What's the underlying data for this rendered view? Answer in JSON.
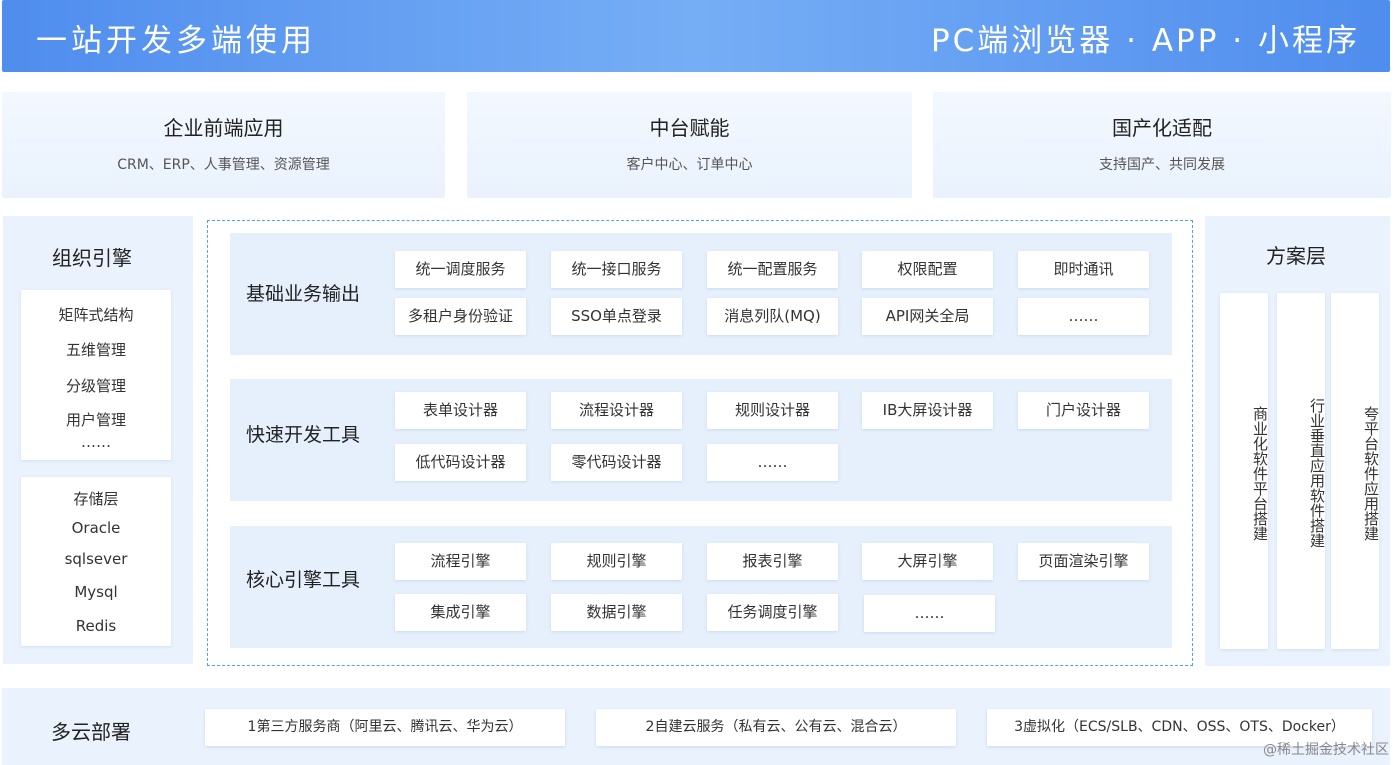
{
  "header": {
    "left_title": "一站开发多端使用",
    "right_title": "PC端浏览器 · APP · 小程序"
  },
  "top_cards": [
    {
      "title": "企业前端应用",
      "subtitle": "CRM、ERP、人事管理、资源管理"
    },
    {
      "title": "中台赋能",
      "subtitle": "客户中心、订单中心"
    },
    {
      "title": "国产化适配",
      "subtitle": "支持国产、共同发展"
    }
  ],
  "org_engine": {
    "title": "组织引擎",
    "group1": [
      "矩阵式结构",
      "五维管理",
      "分级管理",
      "用户管理",
      "……"
    ],
    "group2": [
      "存储层",
      "Oracle",
      "sqlsever",
      "Mysql",
      "Redis"
    ]
  },
  "rows": [
    {
      "label": "基础业务输出",
      "items": [
        "统一调度服务",
        "统一接口服务",
        "统一配置服务",
        "权限配置",
        "即时通讯",
        "多租户身份验证",
        "SSO单点登录",
        "消息列队(MQ)",
        "API网关全局",
        "……"
      ]
    },
    {
      "label": "快速开发工具",
      "items": [
        "表单设计器",
        "流程设计器",
        "规则设计器",
        "IB大屏设计器",
        "门户设计器",
        "低代码设计器",
        "零代码设计器",
        "……"
      ]
    },
    {
      "label": "核心引擎工具",
      "items": [
        "流程引擎",
        "规则引擎",
        "报表引擎",
        "大屏引擎",
        "页面渲染引擎",
        "集成引擎",
        "数据引擎",
        "任务调度引擎",
        "……"
      ]
    }
  ],
  "solution_layer": {
    "title": "方案层",
    "columns": [
      "商业化软件平台搭建",
      "行业垂直应用软件搭建",
      "夸平台软件应用搭建"
    ]
  },
  "multi_cloud": {
    "title": "多云部署",
    "items": [
      "1第三方服务商（阿里云、腾讯云、华为云）",
      "2自建云服务（私有云、公有云、混合云）",
      "3虚拟化（ECS/SLB、CDN、OSS、OTS、Docker）"
    ]
  },
  "watermark": "@稀土掘金技术社区"
}
